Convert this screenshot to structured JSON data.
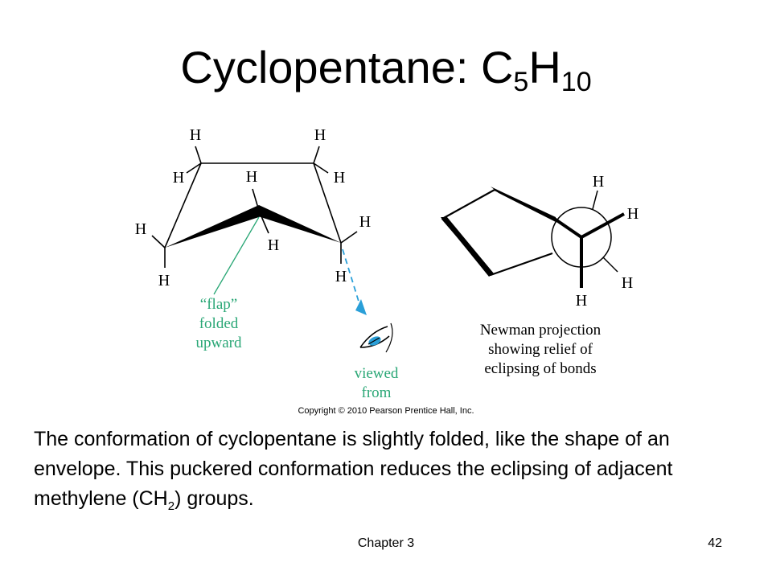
{
  "slide": {
    "title_main": "Cyclopentane: C",
    "title_sub1": "5",
    "title_mid": "H",
    "title_sub2": "10"
  },
  "figure": {
    "atom_label": "H",
    "flap_label": [
      "“flap”",
      "folded",
      "upward"
    ],
    "viewed_label": [
      "viewed",
      "from"
    ],
    "newman_caption": [
      "Newman projection",
      "showing relief of",
      "eclipsing of bonds"
    ],
    "copyright": "Copyright © 2010 Pearson Prentice Hall, Inc.",
    "colors": {
      "annotation": "#2aa776",
      "eye": "#2a9fd8",
      "ink": "#000000"
    }
  },
  "body": {
    "text_before_sub": "The conformation of cyclopentane is slightly folded, like the shape of an envelope. This puckered conformation reduces the eclipsing of adjacent methylene (CH",
    "sub": "2",
    "text_after_sub": ") groups."
  },
  "footer": {
    "chapter": "Chapter 3",
    "page": "42"
  }
}
